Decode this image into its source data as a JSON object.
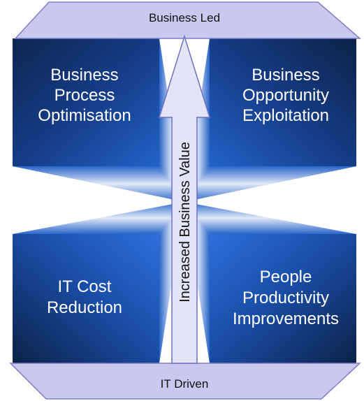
{
  "diagram": {
    "top_band": {
      "label": "Business Led"
    },
    "bottom_band": {
      "label": "IT Driven"
    },
    "arrow": {
      "label": "Increased Business Value"
    },
    "quadrants": {
      "top_left": {
        "lines": [
          "Business",
          "Process",
          "Optimisation"
        ]
      },
      "top_right": {
        "lines": [
          "Business",
          "Opportunity",
          "Exploitation"
        ]
      },
      "bottom_left": {
        "lines": [
          "IT Cost",
          "Reduction"
        ]
      },
      "bottom_right": {
        "lines": [
          "People",
          "Productivity",
          "Improvements"
        ]
      }
    }
  },
  "colors": {
    "band_fill": "#c9c9ef",
    "band_stroke": "#7e7ec8",
    "arrow_fill": "#e4e4f7",
    "arrow_stroke": "#6f6fc5",
    "box_dark": "#0c2247",
    "box_mid": "#14479a",
    "box_light": "#2d6fdc",
    "box_text": "#ffffff"
  }
}
